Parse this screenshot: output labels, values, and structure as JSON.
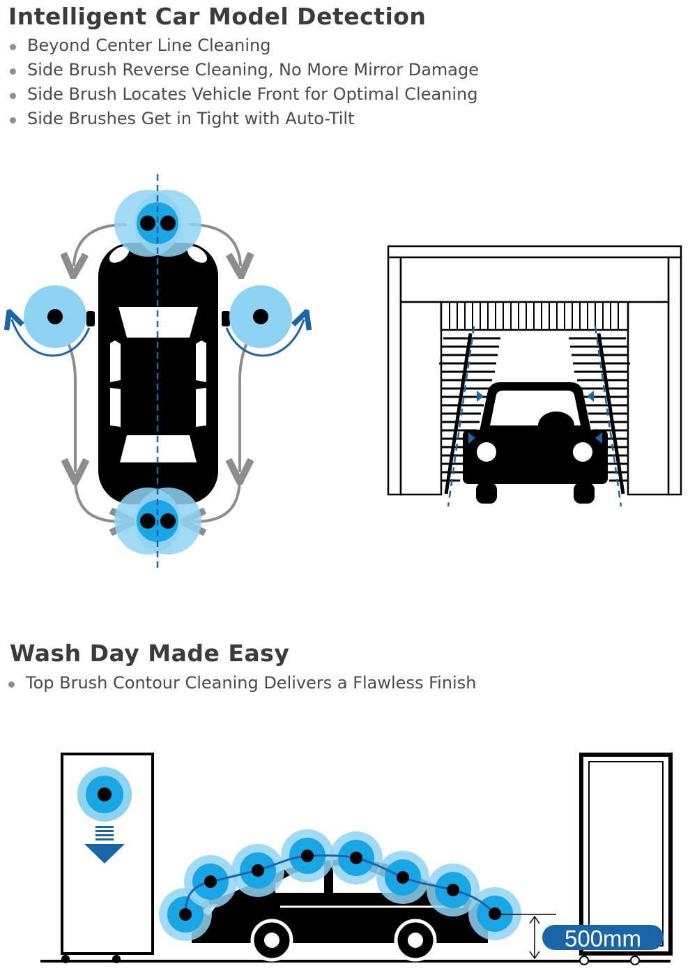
{
  "section1": {
    "title": "Intelligent Car Model Detection",
    "bullets": [
      "Beyond Center Line Cleaning",
      "Side Brush Reverse Cleaning, No More Mirror Damage",
      "Side Brush Locates Vehicle Front for Optimal Cleaning",
      "Side Brushes Get in Tight with Auto-Tilt"
    ]
  },
  "section2": {
    "title": "Wash Day Made Easy",
    "bullets": [
      "Top Brush Contour Cleaning Delivers a Flawless Finish"
    ]
  },
  "clearance_label": "500mm",
  "colors": {
    "brush_light": "#8fd3f2",
    "brush_core": "#1aa6e4",
    "accent_blue": "#1a64a8",
    "path_gray": "#8d8d8d",
    "text": "#3b3b3b"
  }
}
